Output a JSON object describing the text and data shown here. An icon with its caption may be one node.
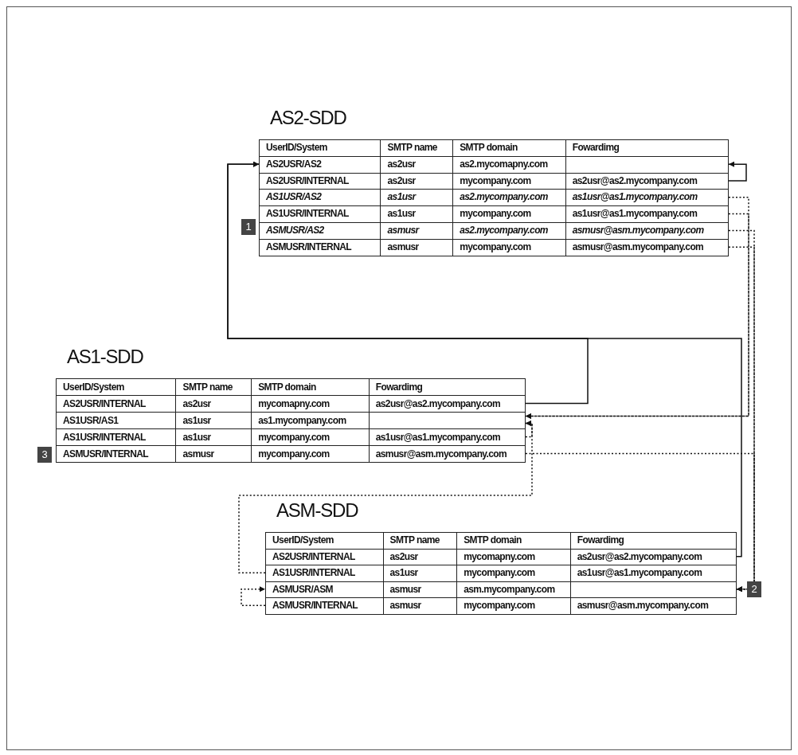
{
  "diagram": {
    "nodes": [
      {
        "text": [
          "AS2-SDD"
        ]
      },
      {
        "text": [
          "UserID/System",
          "SMTP name",
          "SMTP domain",
          "Fowardimg"
        ],
        "in": 0
      },
      {
        "text": [
          "AS2USR/AS2",
          "as2usr",
          "as2.mycomapny.com"
        ],
        "in": 0
      },
      {
        "text": [
          "AS2USR/INTERNAL",
          "as2usr",
          "mycompany.com",
          "as2usr@as2.mycompany.com"
        ],
        "in": 0
      },
      {
        "text": [
          "*AS1USR/AS2*",
          "*as1usr*",
          "*as2.mycompany.com*",
          "*as1usr@as1.mycompany.com*"
        ],
        "in": 0
      },
      {
        "text": [
          "AS1USR/INTERNAL",
          "as1usr",
          "mycompany.com",
          "as1usr@as1.mycompany.com"
        ],
        "in": 0
      },
      {
        "text": [
          "*ASMUSR/AS2*",
          "*asmusr*",
          "*as2.mycompany.com*",
          "*asmusr@asm.mycompany.com*"
        ],
        "in": 0
      },
      {
        "text": [
          "ASMUSR/INTERNAL",
          "asmusr",
          "mycompany.com",
          "asmusr@asm.mycompany.com"
        ],
        "in": 0
      },
      {
        "text": [
          "AS1-SDD"
        ]
      },
      {
        "text": [
          "UserID/System",
          "SMTP name",
          "SMTP domain",
          "Fowardimg"
        ],
        "in": 8
      },
      {
        "text": [
          "AS2USR/INTERNAL",
          "as2usr",
          "mycomapny.com",
          "as2usr@as2.mycompany.com"
        ],
        "in": 8
      },
      {
        "text": [
          "AS1USR/AS1",
          "as1usr",
          "as1.mycompany.com"
        ],
        "in": 8
      },
      {
        "text": [
          "AS1USR/INTERNAL",
          "as1usr",
          "mycompany.com",
          "as1usr@as1.mycompany.com"
        ],
        "in": 8
      },
      {
        "text": [
          "ASMUSR/INTERNAL",
          "asmusr",
          "mycompany.com",
          "asmusr@asm.mycompany.com"
        ],
        "in": 8
      },
      {
        "text": [
          "ASM-SDD"
        ]
      },
      {
        "text": [
          "UserID/System",
          "SMTP name",
          "SMTP domain",
          "Fowardimg"
        ],
        "in": 14
      },
      {
        "text": [
          "AS2USR/INTERNAL",
          "as2usr",
          "mycomapny.com",
          "as2usr@as2.mycompany.com"
        ],
        "in": 14
      },
      {
        "text": [
          "AS1USR/INTERNAL",
          "as1usr",
          "mycompany.com",
          "as1usr@as1.mycompany.com"
        ],
        "in": 14
      },
      {
        "text": [
          "ASMUSR/ASM",
          "asmusr",
          "asm.mycompany.com"
        ],
        "in": 14
      },
      {
        "text": [
          "ASMUSR/INTERNAL",
          "asmusr",
          "mycompany.com",
          "asmusr@asm.mycompany.com"
        ],
        "in": 14
      }
    ],
    "edges": [
      {
        "from": 3,
        "to": 2,
        "arrow": "to"
      },
      {
        "from": 10,
        "to": 2,
        "arrow": "to"
      },
      {
        "from": 16,
        "to": 2,
        "arrow": "to"
      },
      {
        "from": 4,
        "to": 11,
        "arrow": "to",
        "style": "dashed"
      },
      {
        "from": 5,
        "to": 11,
        "arrow": "to",
        "style": "dashed"
      },
      {
        "from": 12,
        "to": 11,
        "arrow": "to",
        "style": "dashed"
      },
      {
        "from": 17,
        "to": 11,
        "arrow": "to",
        "style": "dashed"
      },
      {
        "from": 6,
        "to": 18,
        "arrow": "to",
        "style": "dashed"
      },
      {
        "from": 7,
        "to": 18,
        "arrow": "to",
        "style": "dashed"
      },
      {
        "from": 13,
        "to": 18,
        "arrow": "to",
        "style": "dashed"
      },
      {
        "from": 19,
        "to": 18,
        "arrow": "to",
        "style": "dashed"
      }
    ],
    "labels": [
      "1",
      "2",
      "3"
    ]
  }
}
